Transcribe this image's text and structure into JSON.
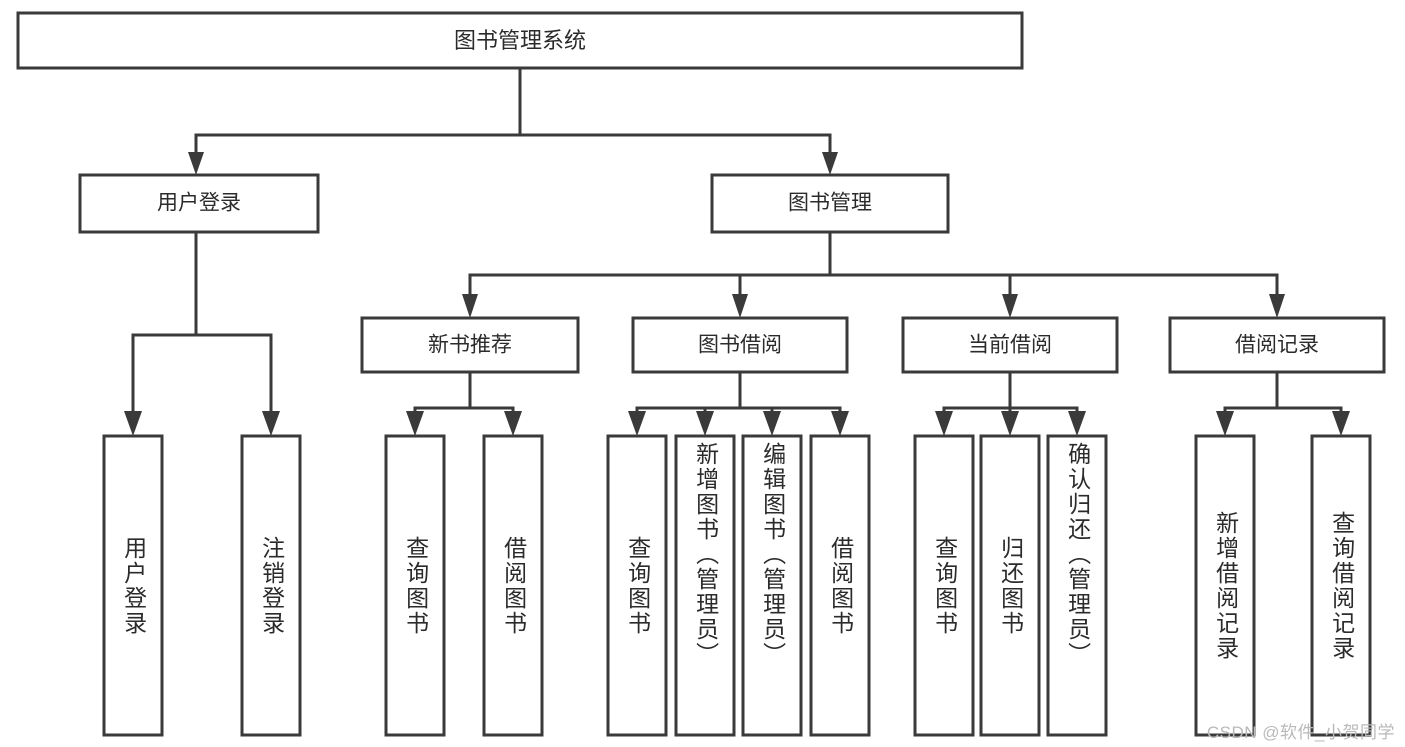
{
  "diagram": {
    "title": "图书管理系统",
    "type": "hierarchy-tree",
    "root": {
      "label": "图书管理系统"
    },
    "level2": [
      {
        "label": "用户登录"
      },
      {
        "label": "图书管理"
      }
    ],
    "level3": [
      {
        "label": "新书推荐"
      },
      {
        "label": "图书借阅"
      },
      {
        "label": "当前借阅"
      },
      {
        "label": "借阅记录"
      }
    ],
    "leaves": {
      "user_login": [
        {
          "label": "用户登录"
        },
        {
          "label": "注销登录"
        }
      ],
      "new_book_recommend": [
        {
          "label": "查询图书"
        },
        {
          "label": "借阅图书"
        }
      ],
      "book_borrow": [
        {
          "label": "查询图书"
        },
        {
          "label": "新增图书（管理员）"
        },
        {
          "label": "编辑图书（管理员）"
        },
        {
          "label": "借阅图书"
        }
      ],
      "current_borrow": [
        {
          "label": "查询图书"
        },
        {
          "label": "归还图书"
        },
        {
          "label": "确认归还（管理员）"
        }
      ],
      "borrow_record": [
        {
          "label": "新增借阅记录"
        },
        {
          "label": "查询借阅记录"
        }
      ]
    }
  },
  "watermark": {
    "text": "CSDN @软件_小贺同学"
  },
  "colors": {
    "stroke": "#3a3a3a",
    "box_fill": "#ffffff",
    "text": "#2b2b2b",
    "watermark": "#b9b9b9",
    "background": "#ffffff"
  }
}
